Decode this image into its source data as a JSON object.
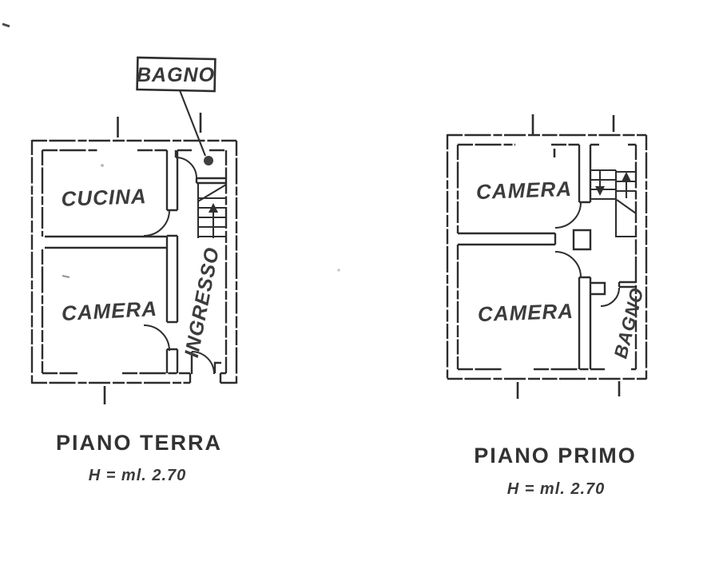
{
  "document": {
    "paper_color": "#ffffff",
    "ink_color": "#2d2d2d",
    "type_note": "scanned floor plan drawing"
  },
  "ground_floor": {
    "caption": "PIANO TERRA",
    "height_note": "H = ml. 2.70",
    "kitchen_label": "CUCINA",
    "bedroom_label": "CAMERA",
    "hall_label": "INGRESSO",
    "bathroom_callout": "BAGNO",
    "stairs_direction": "up"
  },
  "first_floor": {
    "caption": "PIANO PRIMO",
    "height_note": "H = ml. 2.70",
    "bedroom1_label": "CAMERA",
    "bedroom2_label": "CAMERA",
    "bathroom_label": "BAGNO",
    "stairs_directions": [
      "down",
      "up"
    ]
  }
}
